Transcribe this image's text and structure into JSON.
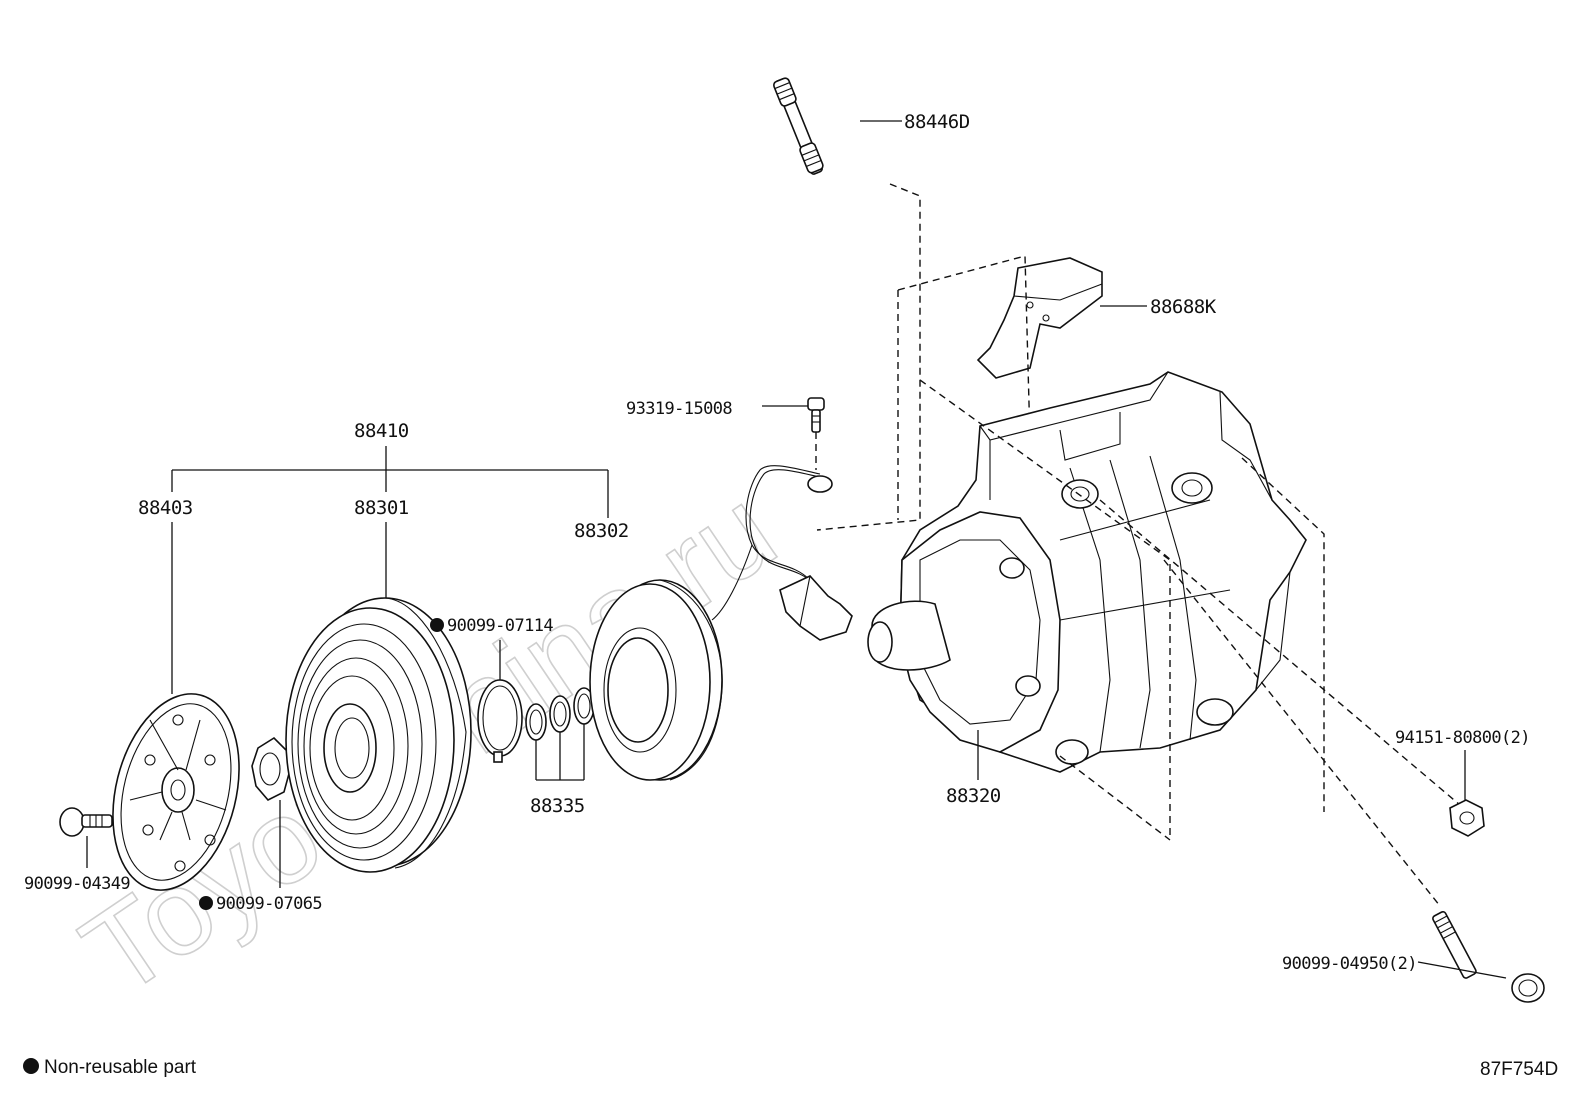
{
  "watermark": "ToyotaShina.ru",
  "legend": {
    "non_reusable": "Non-reusable part",
    "diagram_code": "87F754D"
  },
  "labels": {
    "stud_88446D": "88446D",
    "bracket_88688K": "88688K",
    "screw_93319": "93319-15008",
    "assembly_88410": "88410",
    "plate_88403": "88403",
    "pulley_88301": "88301",
    "coil_88302": "88302",
    "snapring_90099_07114": "90099-07114",
    "shims_88335": "88335",
    "compressor_88320": "88320",
    "nut_94151": "94151-80800(2)",
    "bolt_90099_04950": "90099-04950(2)",
    "bolt_90099_04349": "90099-04349",
    "washer_90099_07065": "90099-07065"
  },
  "colors": {
    "line": "#111111",
    "watermark": "#cfcfcf",
    "background": "#ffffff"
  },
  "icons": {
    "non_reusable_marker": "filled-circle"
  }
}
